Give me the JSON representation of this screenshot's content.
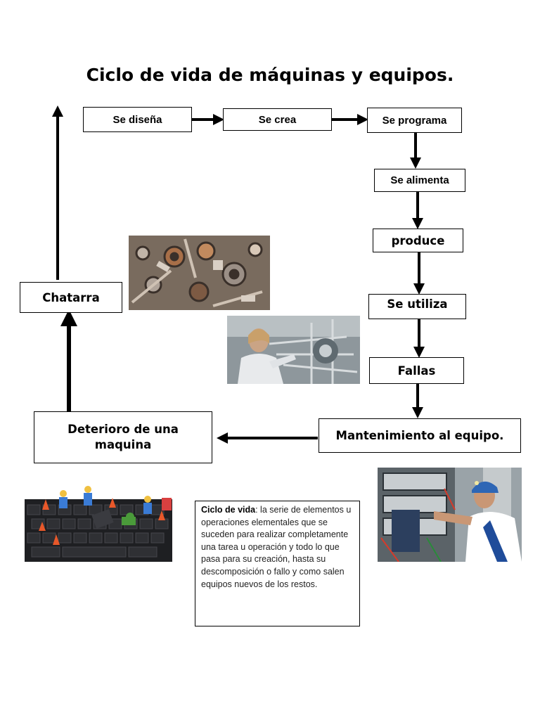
{
  "title": "Ciclo de vida de máquinas y equipos.",
  "steps": {
    "disena": "Se diseña",
    "crea": "Se crea",
    "programa": "Se programa",
    "alimenta": "Se alimenta",
    "produce": "produce",
    "se_utiliza": "Se utiliza",
    "fallas": "Fallas",
    "mantenimiento": "Mantenimiento al equipo.",
    "deterioro": "Deterioro de una maquina",
    "chatarra": "Chatarra"
  },
  "definition": {
    "term": "Ciclo de vida",
    "text": ": la serie de elementos u operaciones elementales que se suceden para realizar completamente una tarea u operación y todo lo que pasa para su creación, hasta su descomposición o fallo y como salen equipos nuevos de los restos."
  },
  "images": {
    "scrap_metal": "scrap-metal-photo",
    "lab_worker": "lab-worker-photo",
    "keyboard_workers": "keyboard-workers-photo",
    "electrician": "electrician-photo"
  }
}
